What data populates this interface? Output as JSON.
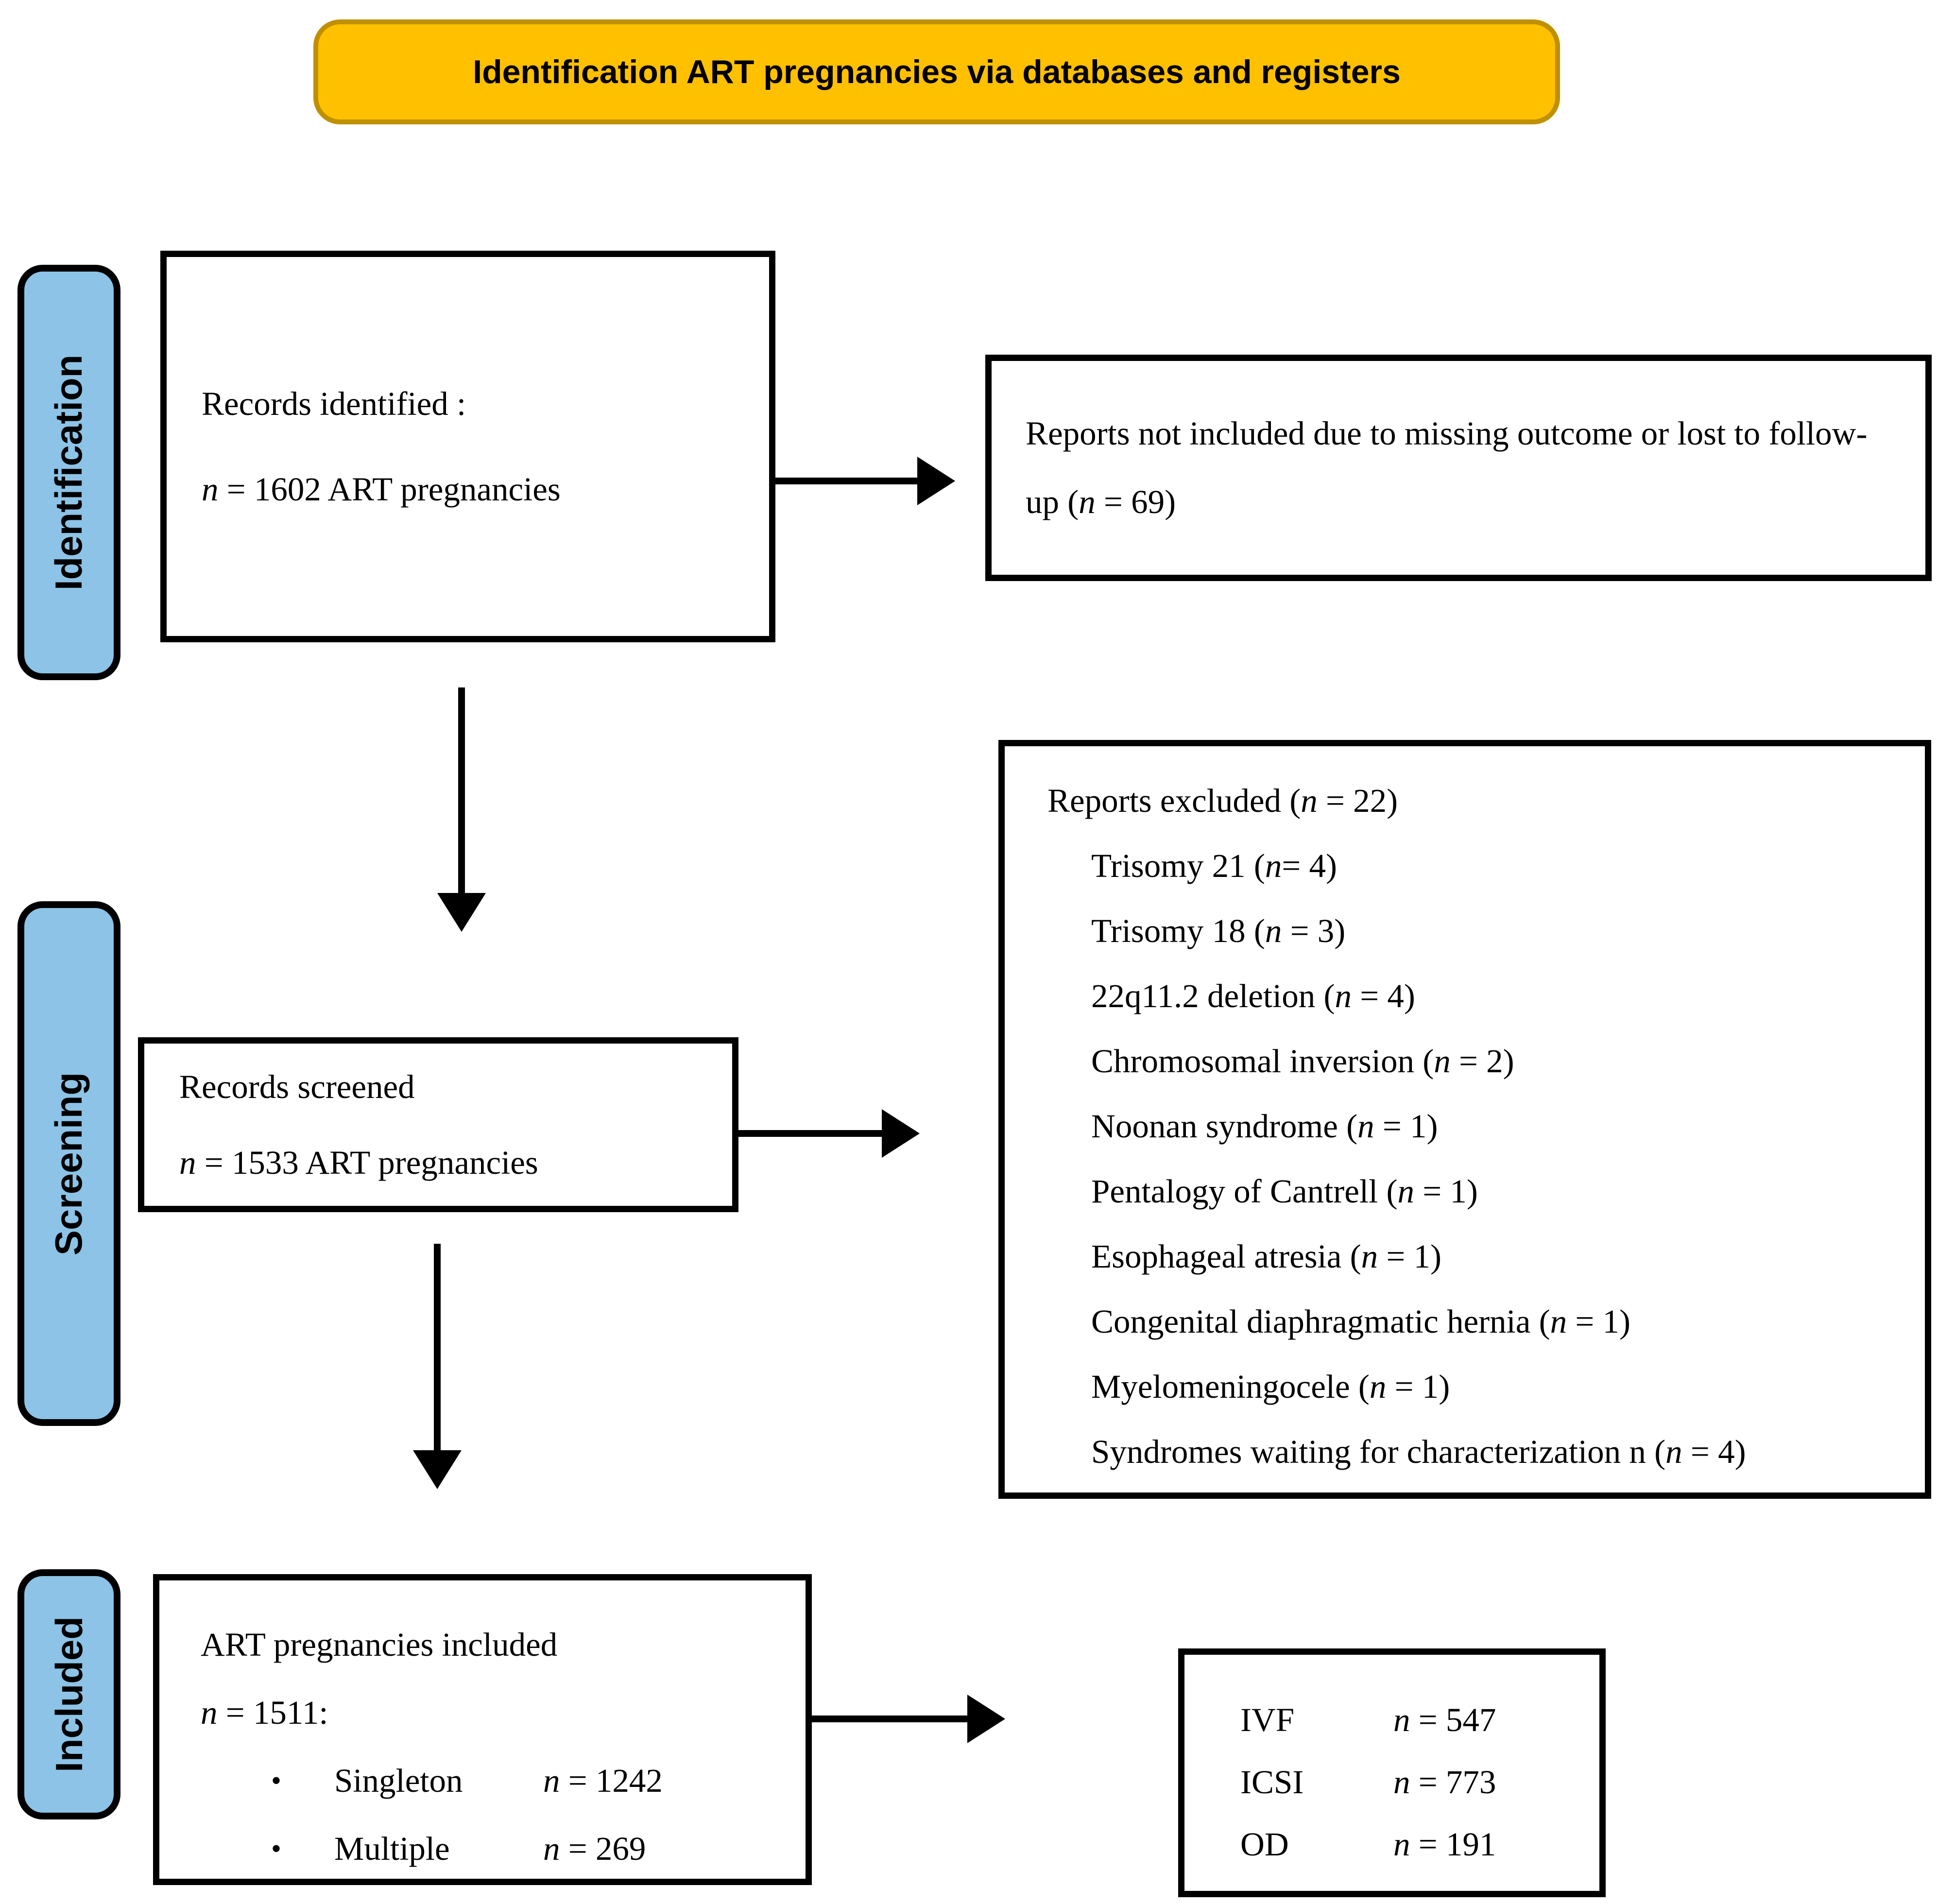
{
  "banner": {
    "label": "Identification ART pregnancies via databases and registers"
  },
  "stage_labels": {
    "identification": "Identification",
    "screening": "Screening",
    "included": "Included"
  },
  "boxes": {
    "records_identified": {
      "line1": {
        "pre": "Records identified :",
        "n": "",
        "post": ""
      },
      "line2": {
        "pre": "",
        "n": "n",
        "post": " = 1602 ART pregnancies"
      }
    },
    "not_included": {
      "text": {
        "pre": "Reports not included due to missing outcome or lost to follow-up (",
        "n": "n",
        "post": " = 69)"
      }
    },
    "excluded": {
      "header": {
        "pre": "Reports excluded (",
        "n": "n",
        "post": " = 22)"
      },
      "items": [
        {
          "pre": "Trisomy 21 (",
          "n": "n",
          "post": "= 4)"
        },
        {
          "pre": "Trisomy 18 (",
          "n": "n",
          "post": " = 3)"
        },
        {
          "pre": "22q11.2 deletion (",
          "n": "n",
          "post": " = 4)"
        },
        {
          "pre": "Chromosomal inversion (",
          "n": "n",
          "post": " = 2)"
        },
        {
          "pre": "Noonan syndrome (",
          "n": "n",
          "post": " = 1)"
        },
        {
          "pre": "Pentalogy of Cantrell (",
          "n": "n",
          "post": " = 1)"
        },
        {
          "pre": "Esophageal atresia (",
          "n": "n",
          "post": " = 1)"
        },
        {
          "pre": "Congenital diaphragmatic hernia (",
          "n": "n",
          "post": " = 1)"
        },
        {
          "pre": "Myelomeningocele (",
          "n": "n",
          "post": " = 1)"
        },
        {
          "pre": "Syndromes waiting for characterization n (",
          "n": "n",
          "post": " = 4)"
        }
      ]
    },
    "records_screened": {
      "line1": {
        "pre": "Records screened",
        "n": "",
        "post": ""
      },
      "line2": {
        "pre": "",
        "n": "n",
        "post": " = 1533 ART pregnancies"
      }
    },
    "included": {
      "line1": {
        "pre": "ART pregnancies included",
        "n": "",
        "post": ""
      },
      "line2": {
        "pre": "",
        "n": "n",
        "post": " = 1511:"
      },
      "bullet_glyph": "•",
      "bullets": [
        {
          "label": "Singleton",
          "n": "n",
          "value": " = 1242"
        },
        {
          "label": "Multiple",
          "n": "n",
          "value": " = 269"
        }
      ]
    },
    "art_methods": {
      "rows": [
        {
          "label": "IVF",
          "n": "n",
          "value": " = 547"
        },
        {
          "label": "ICSI",
          "n": "n",
          "value": " = 773"
        },
        {
          "label": "OD",
          "n": "n",
          "value": " = 191"
        }
      ]
    }
  },
  "colors": {
    "banner_fill": "#FFC000",
    "banner_border": "#BF9000",
    "stage_fill": "#8CC3E6",
    "line": "#000000"
  }
}
